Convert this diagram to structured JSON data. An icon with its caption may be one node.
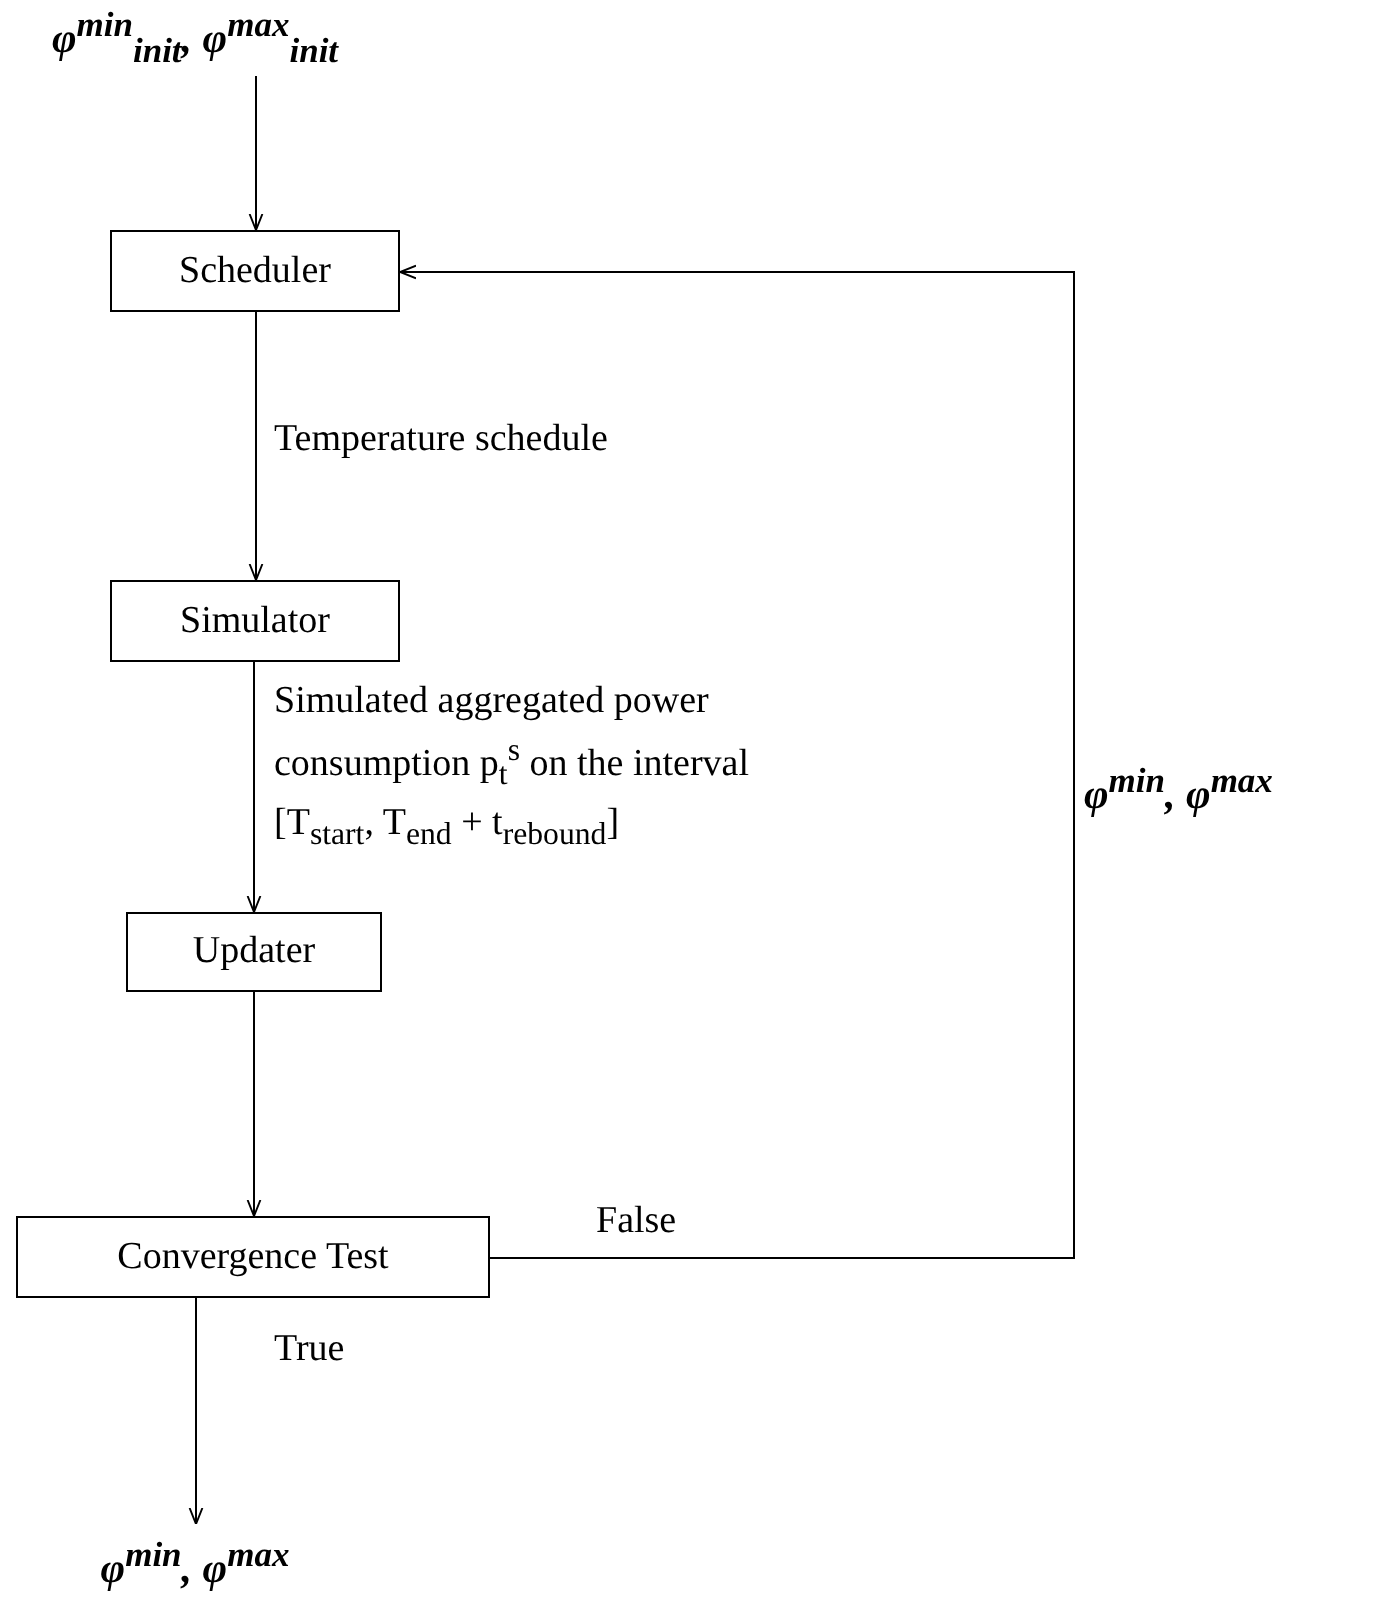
{
  "diagram": {
    "nodes": [
      {
        "text": [
          "φ$^{min}$$_{init}$, φ$^{max}$$_{init}$"
        ]
      },
      {
        "text": [
          "Scheduler"
        ]
      },
      {
        "text": [
          "Simulator"
        ]
      },
      {
        "text": [
          "Updater"
        ]
      },
      {
        "text": [
          "Convergence Test"
        ]
      },
      {
        "text": [
          "φ$^{min}$, φ$^{max}$"
        ]
      }
    ],
    "edges": [
      {
        "from": 0,
        "to": 1,
        "arrow": "to"
      },
      {
        "from": 1,
        "to": 2,
        "arrow": "to",
        "label": "Temperature schedule"
      },
      {
        "from": 2,
        "to": 3,
        "arrow": "to",
        "label": "Simulated aggregated power consumption p$_{t}$$^{s}$ on the interval [T$_{start}$, T$_{end}$ + t$_{rebound}$]"
      },
      {
        "from": 3,
        "to": 4,
        "arrow": "to"
      },
      {
        "from": 4,
        "to": 1,
        "arrow": "to",
        "label": "False"
      },
      {
        "from": 4,
        "to": 5,
        "arrow": "to",
        "label": "True"
      }
    ],
    "labels": [
      "φ$^{min}$, φ$^{max}$"
    ]
  }
}
